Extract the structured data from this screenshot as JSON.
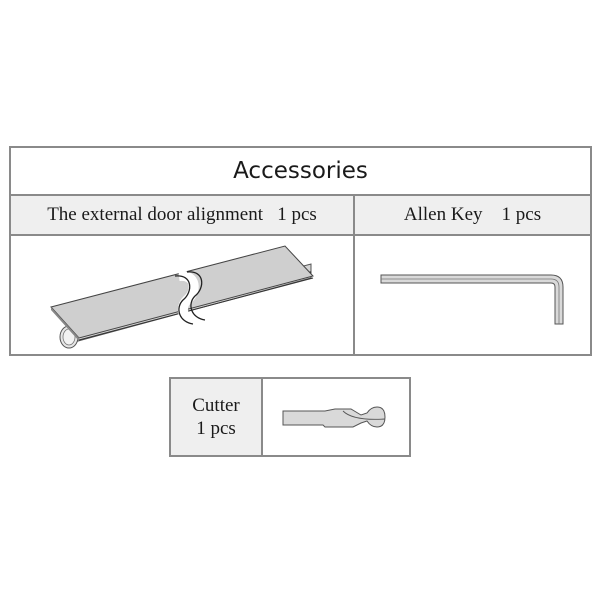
{
  "title": "Accessories",
  "items": [
    {
      "name": "The external door alignment",
      "qty": "1 pcs",
      "label": "The external door alignment   1 pcs",
      "icon": "door-alignment-strip-icon"
    },
    {
      "name": "Allen Key",
      "qty": "1 pcs",
      "label": "Allen Key    1 pcs",
      "icon": "allen-key-icon"
    }
  ],
  "cutter": {
    "name": "Cutter",
    "qty": "1 pcs",
    "icon": "cutter-bit-icon"
  },
  "colors": {
    "border": "#8a8a8a",
    "label_bg": "#efefef",
    "part_fill": "#d9d9d9",
    "outline": "#555555"
  }
}
